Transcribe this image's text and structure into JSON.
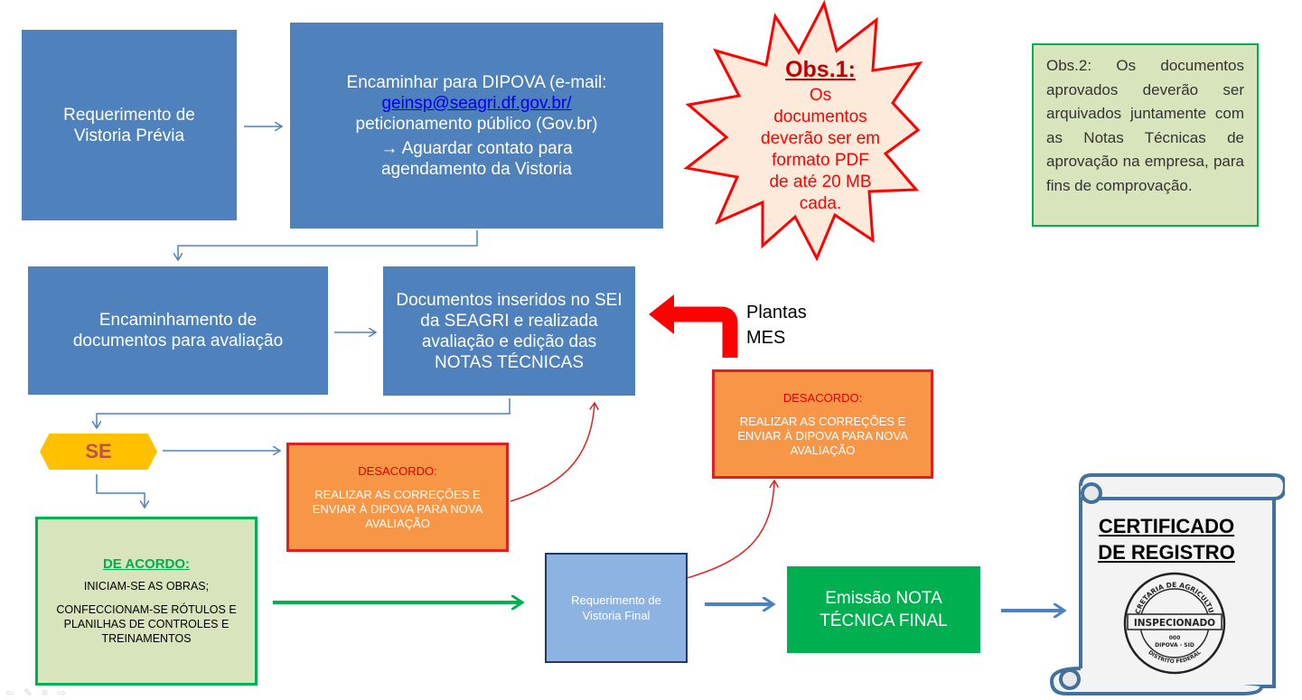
{
  "boxes": {
    "req_previa": "Requerimento de Vistoria Prévia",
    "encaminhar_line1": "Encaminhar para DIPOVA (e-mail:",
    "encaminhar_email": "geinsp@seagri.df.gov.br/",
    "encaminhar_line3": "peticionamento público (Gov.br)",
    "encaminhar_line4": "→ Aguardar contato para agendamento da Vistoria",
    "encaminhamento_docs": "Encaminhamento de documentos para avaliação",
    "docs_inseridos": "Documentos inseridos no SEI da SEAGRI e realizada avaliação e edição das NOTAS TÉCNICAS",
    "se": "SE",
    "desacordo_title": "DESACORDO:",
    "desacordo_text": "REALIZAR AS CORREÇÕES E ENVIAR À DIPOVA PARA NOVA AVALIAÇÃO",
    "desacordo2_title": "DESACORDO:",
    "desacordo2_text": "REALIZAR AS CORREÇÕES E ENVIAR À DIPOVA PARA NOVA AVALIAÇÃO",
    "de_acordo_title": "DE ACORDO:",
    "de_acordo_line1": "INICIAM-SE AS OBRAS;",
    "de_acordo_line2": "CONFECCIONAM-SE RÓTULOS E PLANILHAS DE CONTROLES E TREINAMENTOS",
    "req_final": "Requerimento de Vistoria Final",
    "emissao": "Emissão NOTA TÉCNICA FINAL",
    "plantas": "Plantas",
    "mes": "MES"
  },
  "obs1": {
    "title": "Obs.1:",
    "text": "Os documentos deverão ser em formato PDF de até 20 MB cada."
  },
  "obs2": {
    "text": "Obs.2: Os documentos aprovados deverão ser arquivados juntamente com as Notas Técnicas de aprovação na empresa, para fins de comprovação."
  },
  "certificado": {
    "title_line1": "CERTIFICADO",
    "title_line2": "DE REGISTRO",
    "seal_top": "SECRETARIA DE AGRICULTURA",
    "seal_center": "INSPECIONADO",
    "seal_number": "000",
    "seal_dept": "DIPOVA - SID",
    "seal_bottom": "DISTRITO FEDERAL"
  }
}
